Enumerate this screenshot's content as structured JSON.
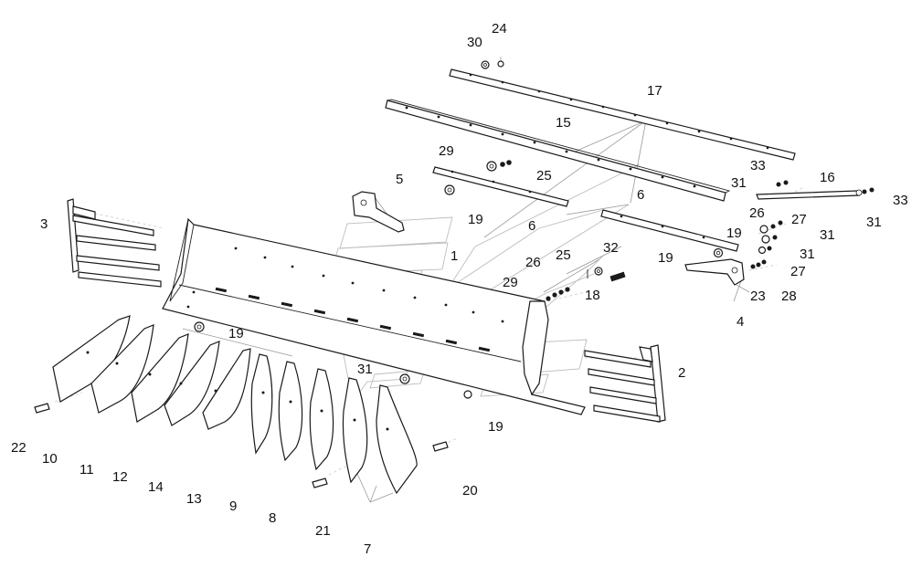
{
  "labels": {
    "l24": "24",
    "l30": "30",
    "l17": "17",
    "l15": "15",
    "l29a": "29",
    "l25a": "25",
    "l5": "5",
    "l33a": "33",
    "l31a": "31",
    "l16": "16",
    "l33b": "33",
    "l31b": "31",
    "l6a": "6",
    "l19a": "19",
    "l6b": "6",
    "l26a": "26",
    "l27a": "27",
    "l19b": "19",
    "l31c": "31",
    "l3": "3",
    "l1": "1",
    "l32": "32",
    "l19c": "19",
    "l31d": "31",
    "l26b": "26",
    "l25b": "25",
    "l27b": "27",
    "l29b": "29",
    "l18": "18",
    "l23": "23",
    "l28": "28",
    "l4": "4",
    "l19d": "19",
    "l31e": "31",
    "l2": "2",
    "l19e": "19",
    "l22": "22",
    "l10": "10",
    "l11": "11",
    "l12": "12",
    "l14": "14",
    "l13": "13",
    "l9": "9",
    "l8": "8",
    "l21": "21",
    "l20": "20",
    "l7": "7"
  }
}
